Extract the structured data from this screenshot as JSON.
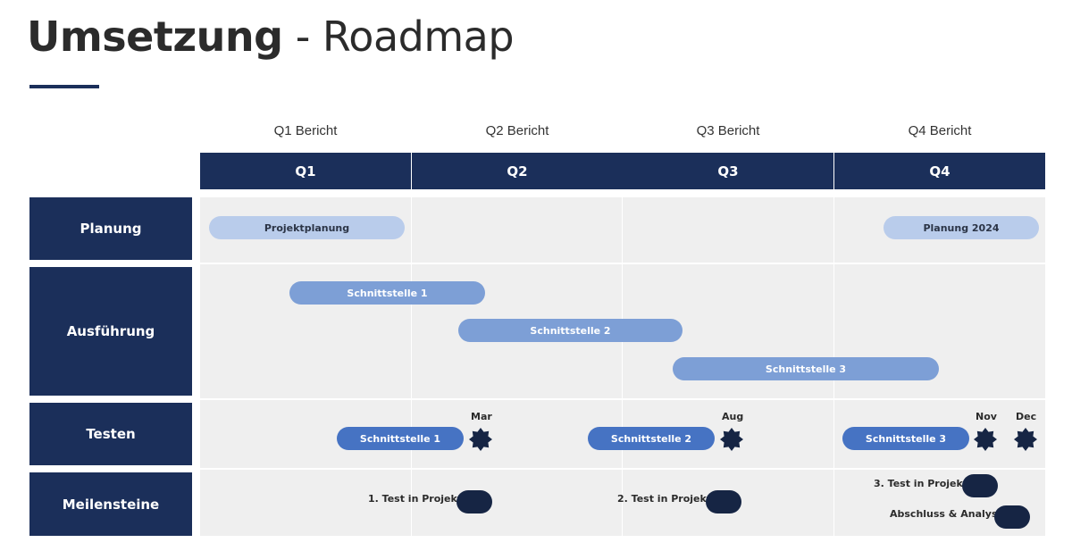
{
  "title": {
    "bold": "Umsetzung",
    "light": "- Roadmap"
  },
  "quarters": [
    {
      "report": "Q1 Bericht",
      "label": "Q1"
    },
    {
      "report": "Q2 Bericht",
      "label": "Q2"
    },
    {
      "report": "Q3 Bericht",
      "label": "Q3"
    },
    {
      "report": "Q4 Bericht",
      "label": "Q4"
    }
  ],
  "rows": {
    "planung": "Planung",
    "ausfuehrung": "Ausführung",
    "testen": "Testen",
    "meilensteine": "Meilensteine"
  },
  "planung": {
    "bar1": "Projektplanung",
    "bar2": "Planung 2024"
  },
  "ausfuehrung": {
    "bar1": "Schnittstelle 1",
    "bar2": "Schnittstelle 2",
    "bar3": "Schnittstelle 3"
  },
  "testen": {
    "bar1": "Schnittstelle 1",
    "bar2": "Schnittstelle 2",
    "bar3": "Schnittstelle 3",
    "month1": "Mar",
    "month2": "Aug",
    "month3": "Nov",
    "month4": "Dec"
  },
  "meilensteine": {
    "m1": "1. Test in Projekt",
    "m2": "2. Test in Projekt",
    "m3": "3. Test in Projekt",
    "m4": "Abschluss & Analyse"
  },
  "colors": {
    "navy": "#1b2f5a",
    "milestone_pill": "#162544",
    "bar_light": "#b9cceb",
    "bar_mid": "#7d9fd6",
    "bar_strong": "#4673c3",
    "row_bg": "#efefef"
  }
}
